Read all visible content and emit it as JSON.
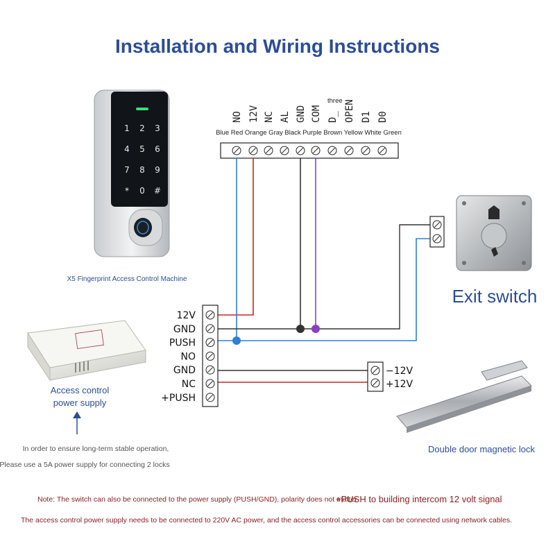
{
  "title": "Installation and Wiring Instructions",
  "reader": {
    "caption": "X5 Fingerprint Access Control Machine",
    "keys": [
      "1",
      "2",
      "3",
      "4",
      "5",
      "6",
      "7",
      "8",
      "9",
      "*",
      "0",
      "#"
    ]
  },
  "terminal_block": {
    "labels": [
      "NO",
      "12V",
      "NC",
      "AL",
      "GND",
      "COM",
      "D_",
      "OPEN",
      "D1",
      "D0"
    ],
    "three_label": "three",
    "colors_line": "Blue Red Orange Gray Black Purple Brown Yellow White Green"
  },
  "power_supply": {
    "terminals": [
      "12V",
      "GND",
      "PUSH",
      "NO",
      "GND",
      "NC",
      "+PUSH"
    ],
    "caption_line1": "Access control",
    "caption_line2": "power supply",
    "note_line1": "In order to ensure long-term stable operation,",
    "note_line2": "Please use a 5A power supply for connecting 2 locks"
  },
  "exit_switch": {
    "label": "Exit switch"
  },
  "magnetic_lock": {
    "terminal_minus": "−12V",
    "terminal_plus": "+12V",
    "caption": "Double door magnetic lock"
  },
  "notes": {
    "switch_note": "Note: The switch can also be connected to the power supply (PUSH/GND), polarity does not matter",
    "push_note": "+PUSH to building intercom 12 volt signal",
    "power_note": "The access control power supply needs to be connected to 220V AC power, and the access control accessories can be connected using network cables."
  },
  "colors": {
    "title": "#2c4d94",
    "wire_blue": "#2f7fd6",
    "wire_red": "#c0282a",
    "wire_black": "#333333",
    "wire_purple": "#8a3fc2"
  }
}
